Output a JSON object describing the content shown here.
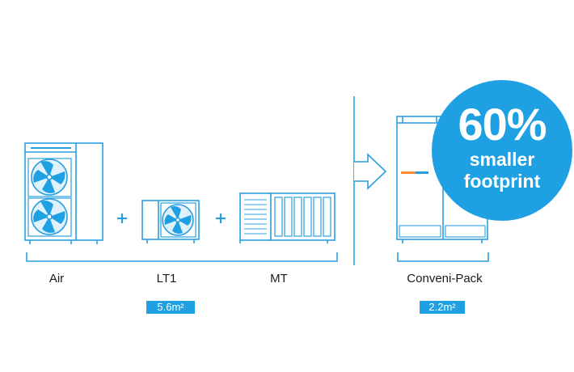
{
  "units": [
    {
      "id": "air",
      "label": "Air"
    },
    {
      "id": "lt1",
      "label": "LT1"
    },
    {
      "id": "mt",
      "label": "MT"
    },
    {
      "id": "conveni",
      "label": "Conveni-Pack"
    }
  ],
  "areas": {
    "existing": "5.6m²",
    "conveni": "2.2m²"
  },
  "badge": {
    "percent": "60%",
    "line1": "smaller",
    "line2": "footprint"
  },
  "colors": {
    "accent": "#1ea0e2",
    "stroke": "#2a9fe0",
    "text": "#1a1a1a"
  }
}
